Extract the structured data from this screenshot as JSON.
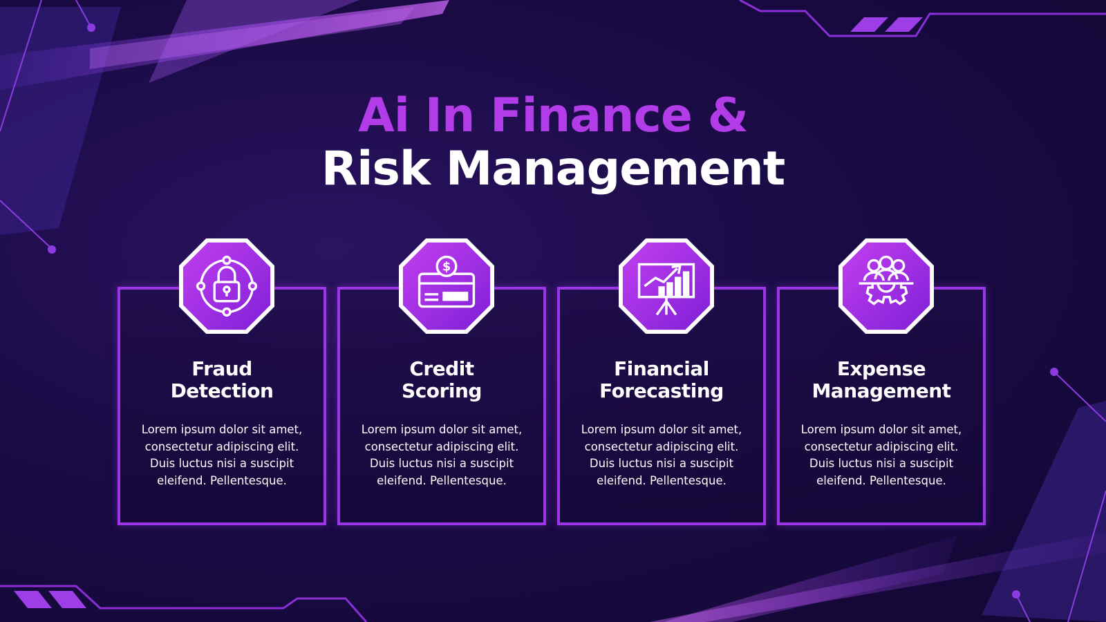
{
  "title": {
    "line1": "Ai In Finance &",
    "line2": "Risk Management"
  },
  "colors": {
    "background": "#1a0b45",
    "accent": "#b23ce8",
    "card_border": "#9b35e6",
    "text": "#ffffff"
  },
  "cards": [
    {
      "icon": "lock-target-icon",
      "title_line1": "Fraud",
      "title_line2": "Detection",
      "desc": [
        "Lorem ipsum dolor sit amet,",
        "consectetur adipiscing elit.",
        "Duis luctus nisi a suscipit",
        "eleifend. Pellentesque."
      ]
    },
    {
      "icon": "credit-card-dollar-icon",
      "title_line1": "Credit",
      "title_line2": "Scoring",
      "desc": [
        "Lorem ipsum dolor sit amet,",
        "consectetur adipiscing elit.",
        "Duis luctus nisi a suscipit",
        "eleifend. Pellentesque."
      ]
    },
    {
      "icon": "chart-easel-icon",
      "title_line1": "Financial",
      "title_line2": "Forecasting",
      "desc": [
        "Lorem ipsum dolor sit amet,",
        "consectetur adipiscing elit.",
        "Duis luctus nisi a suscipit",
        "eleifend. Pellentesque."
      ]
    },
    {
      "icon": "team-gear-icon",
      "title_line1": "Expense",
      "title_line2": "Management",
      "desc": [
        "Lorem ipsum dolor sit amet,",
        "consectetur adipiscing elit.",
        "Duis luctus nisi a suscipit",
        "eleifend. Pellentesque."
      ]
    }
  ]
}
